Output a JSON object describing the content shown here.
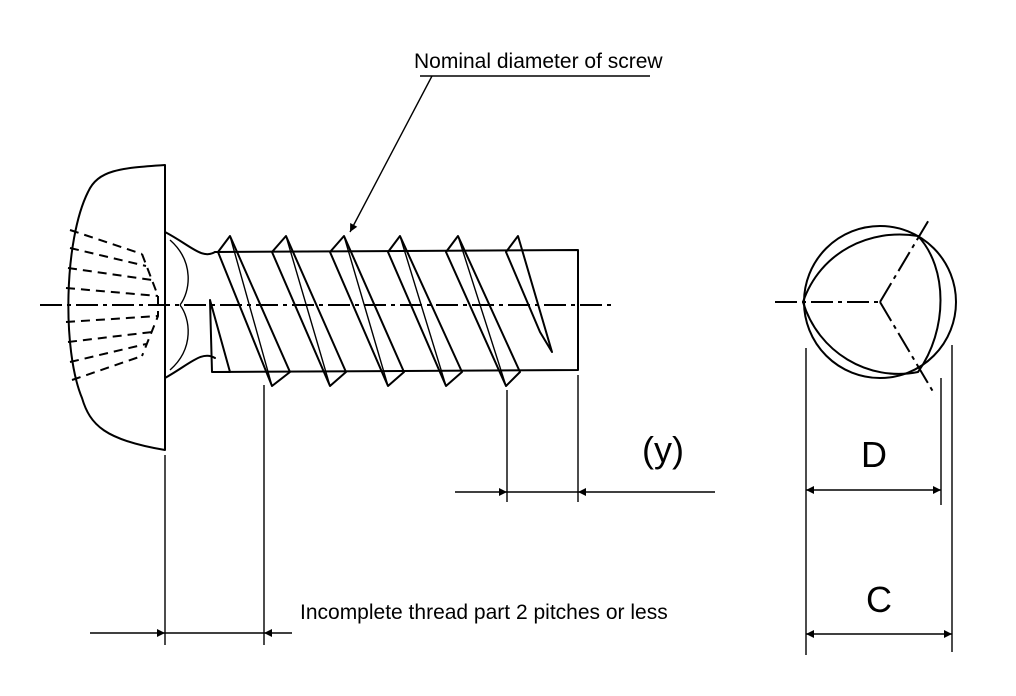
{
  "labels": {
    "nominal_diameter": "Nominal diameter of screw",
    "incomplete_thread": "Incomplete thread part 2 pitches or less",
    "y": "(y)",
    "d": "D",
    "c": "C"
  }
}
